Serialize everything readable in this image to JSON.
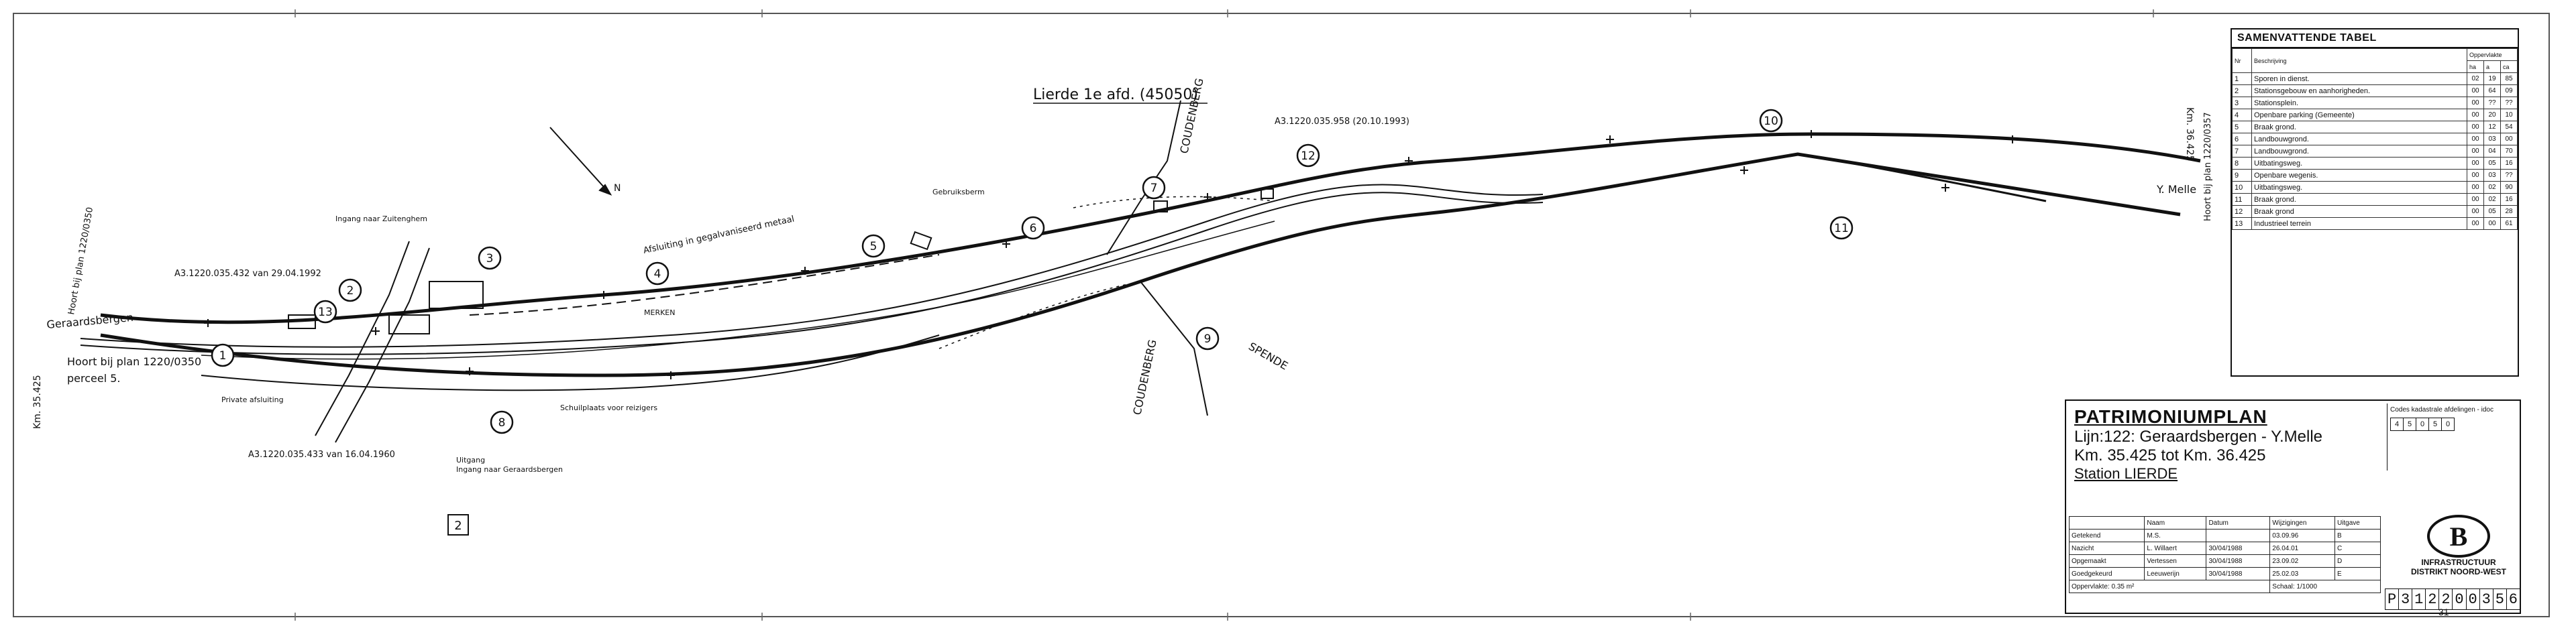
{
  "plan": {
    "site_label": "Lierde 1e afd. (45050)",
    "direction_left": "Geraardsbergen",
    "direction_right": "Y. Melle",
    "km_left": "Km. 35.425",
    "km_right": "Km. 36.425",
    "belongs_to": "Hoort bij plan 1220/0350",
    "belongs_to_parcel": "perceel 5.",
    "belongs_to_right": "Hoort bij plan 1220/0357",
    "ref_1": "A3.1220.035.432 van 29.04.1992",
    "ref_2": "A3.1220.035.433 van 16.04.1960",
    "ref_3": "A3.1220.035.958 (20.10.1993)",
    "street_1": "COUDENBERG",
    "street_2": "SPENDE",
    "street_3": "COUDENBERG",
    "note_1": "Afsluiting in gegalvaniseerd metaal",
    "note_2": "Ingang naar Zuitenghem",
    "note_3": "Uitgang",
    "note_4": "Ingang naar Geraardsbergen",
    "note_5": "Schuilplaats voor reizigers",
    "note_6": "Private afsluiting",
    "note_7": "Gebruiksberm",
    "note_8": "MERKEN",
    "zones": [
      "1",
      "2",
      "3",
      "4",
      "5",
      "6",
      "7",
      "8",
      "9",
      "10",
      "11",
      "12",
      "13"
    ],
    "box_label": "2",
    "arrow_label": "N"
  },
  "summary": {
    "title": "SAMENVATTENDE TABEL",
    "col_nr": "Nr",
    "col_desc": "Beschrijving",
    "col_area": "Oppervlakte",
    "unit_ha": "ha",
    "unit_a": "a",
    "unit_ca": "ca",
    "rows": [
      {
        "nr": "1",
        "desc": "Sporen in dienst.",
        "ha": "02",
        "a": "19",
        "ca": "85"
      },
      {
        "nr": "2",
        "desc": "Stationsgebouw en aanhorigheden.",
        "ha": "00",
        "a": "64",
        "ca": "09"
      },
      {
        "nr": "3",
        "desc": "Stationsplein.",
        "ha": "00",
        "a": "??",
        "ca": "??"
      },
      {
        "nr": "4",
        "desc": "Openbare parking (Gemeente)",
        "ha": "00",
        "a": "20",
        "ca": "10"
      },
      {
        "nr": "5",
        "desc": "Braak grond.",
        "ha": "00",
        "a": "12",
        "ca": "54"
      },
      {
        "nr": "6",
        "desc": "Landbouwgrond.",
        "ha": "00",
        "a": "03",
        "ca": "00"
      },
      {
        "nr": "7",
        "desc": "Landbouwgrond.",
        "ha": "00",
        "a": "04",
        "ca": "70"
      },
      {
        "nr": "8",
        "desc": "Uitbatingsweg.",
        "ha": "00",
        "a": "05",
        "ca": "16"
      },
      {
        "nr": "9",
        "desc": "Openbare wegenis.",
        "ha": "00",
        "a": "03",
        "ca": "??"
      },
      {
        "nr": "10",
        "desc": "Uitbatingsweg.",
        "ha": "00",
        "a": "02",
        "ca": "90"
      },
      {
        "nr": "11",
        "desc": "Braak grond.",
        "ha": "00",
        "a": "02",
        "ca": "16"
      },
      {
        "nr": "12",
        "desc": "Braak grond",
        "ha": "00",
        "a": "05",
        "ca": "28"
      },
      {
        "nr": "13",
        "desc": "Industrieel terrein",
        "ha": "00",
        "a": "00",
        "ca": "61"
      }
    ]
  },
  "titleblock": {
    "title": "PATRIMONIUMPLAN",
    "line": "Lijn:122: Geraardsbergen - Y.Melle",
    "km": "Km. 35.425  tot  Km. 36.425",
    "station": "Station LIERDE",
    "code_label": "Codes kadastrale afdelingen - idoc",
    "code_cells": [
      "4",
      "5",
      "0",
      "5",
      "0"
    ],
    "col_naam": "Naam",
    "col_datum": "Datum",
    "col_wijzigingen": "Wijzigingen",
    "col_uitgave": "Uitgave",
    "rows": [
      {
        "role": "Getekend",
        "naam": "M.S.",
        "datum": "",
        "wijz": "03.09.96",
        "uitgave": "B"
      },
      {
        "role": "Nazicht",
        "naam": "L. Willaert",
        "datum": "30/04/1988",
        "wijz": "26.04.01",
        "uitgave": "C"
      },
      {
        "role": "Opgemaakt",
        "naam": "Vertessen",
        "datum": "30/04/1988",
        "wijz": "23.09.02",
        "uitgave": "D"
      },
      {
        "role": "Goedgekeurd",
        "naam": "Leeuwerijn",
        "datum": "30/04/1988",
        "wijz": "25.02.03",
        "uitgave": "E"
      }
    ],
    "area": "Oppervlakte: 0.35 m²",
    "scale": "Schaal: 1/1000",
    "logo_letter": "B",
    "org_1": "INFRASTRUCTUUR",
    "org_2": "DISTRIKT NOORD-WEST",
    "plan_digits": [
      "P",
      "3",
      "1",
      "2",
      "2",
      "0",
      "0",
      "3",
      "5",
      "6"
    ]
  },
  "sheet_number": "31"
}
